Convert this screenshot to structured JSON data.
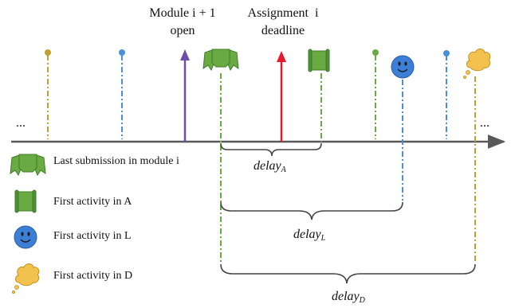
{
  "labels": {
    "module_open_line1": "Module i + 1",
    "module_open_line2": "open",
    "assignment_line1": "Assignment  i",
    "assignment_line2": "deadline",
    "ellipsis_left": "...",
    "ellipsis_right": "..."
  },
  "delays": {
    "a": {
      "base": "delay",
      "sub": "A"
    },
    "l": {
      "base": "delay",
      "sub": "L"
    },
    "d": {
      "base": "delay",
      "sub": "D"
    }
  },
  "legend": [
    {
      "text": "Last submission in module i",
      "icon": "ribbon-icon"
    },
    {
      "text": "First activity in A",
      "icon": "scroll-icon"
    },
    {
      "text": "First activity in L",
      "icon": "smiley-icon"
    },
    {
      "text": "First activity in D",
      "icon": "thought-cloud-icon"
    }
  ],
  "colors": {
    "timeline": "#595959",
    "module_arrow": "#6a4ea8",
    "deadline_arrow": "#e8192c",
    "green": "#6aaa42",
    "green_dark": "#3f7d2a",
    "blue": "#4a90d9",
    "olive": "#c0a030",
    "gold": "#f2c14e",
    "bracket": "#444444"
  }
}
